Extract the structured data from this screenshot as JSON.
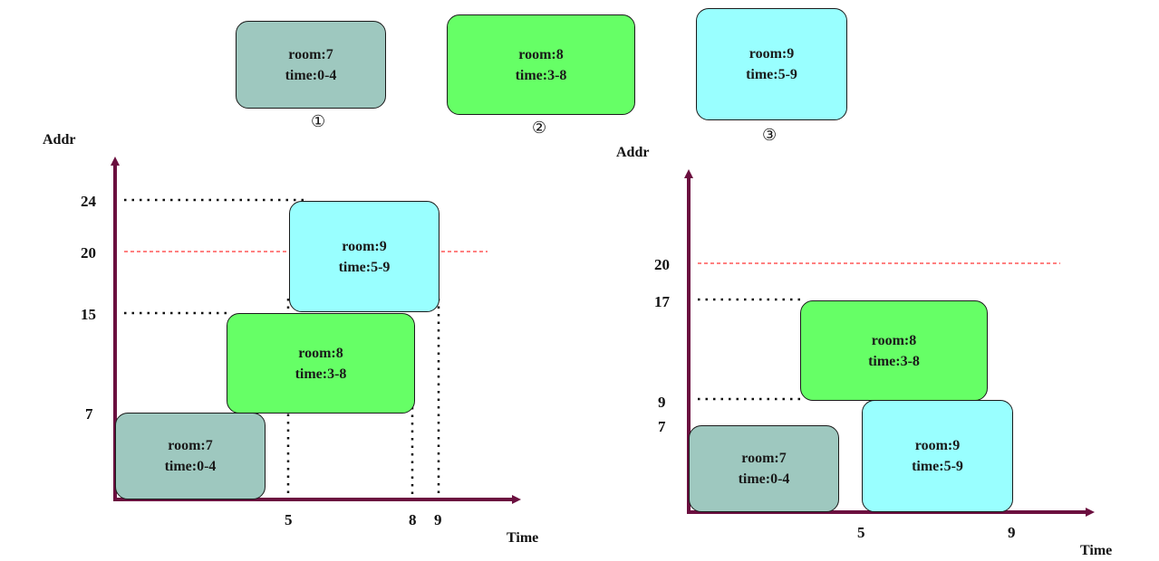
{
  "legend": [
    {
      "room": "room:7",
      "time": "time:0-4",
      "marker": "①",
      "color": "#9ec8bf"
    },
    {
      "room": "room:8",
      "time": "time:3-8",
      "marker": "②",
      "color": "#66ff66"
    },
    {
      "room": "room:9",
      "time": "time:5-9",
      "marker": "③",
      "color": "#99ffff"
    }
  ],
  "left_chart": {
    "y_axis_label": "Addr",
    "x_axis_label": "Time",
    "y_ticks": [
      "24",
      "20",
      "15",
      "7"
    ],
    "x_ticks": [
      "5",
      "8",
      "9"
    ],
    "blocks": [
      {
        "room": "room:9",
        "time": "time:5-9"
      },
      {
        "room": "room:8",
        "time": "time:3-8"
      },
      {
        "room": "room:7",
        "time": "time:0-4"
      }
    ]
  },
  "right_chart": {
    "y_axis_label": "Addr",
    "x_axis_label": "Time",
    "y_ticks": [
      "20",
      "17",
      "9",
      "7"
    ],
    "x_ticks": [
      "5",
      "9"
    ],
    "blocks": [
      {
        "room": "room:8",
        "time": "time:3-8"
      },
      {
        "room": "room:7",
        "time": "time:0-4"
      },
      {
        "room": "room:9",
        "time": "time:5-9"
      }
    ]
  },
  "colors": {
    "axis": "#6b0f3f",
    "limit_line": "#ff0000",
    "room7": "#9ec8bf",
    "room8": "#66ff66",
    "room9": "#99ffff"
  }
}
